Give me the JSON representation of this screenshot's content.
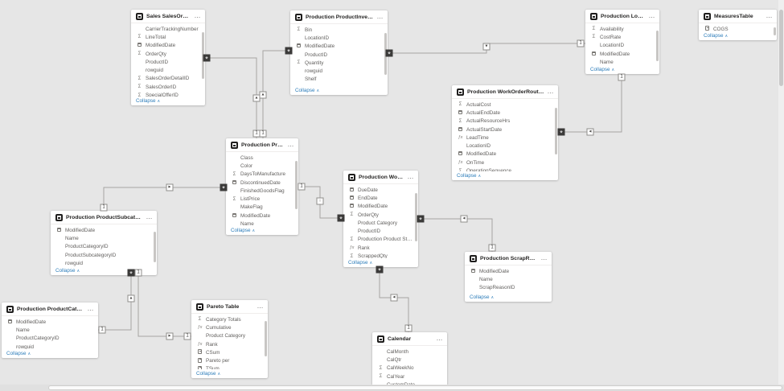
{
  "icons": {
    "sum-icon": "Σ",
    "fx-icon": "ƒx",
    "more-options-icon": "…",
    "collapse-chevron-icon": "∧",
    "arrow-up-icon": "▲",
    "arrow-down-icon": "▼",
    "arrow-left-icon": "◄",
    "arrow-right-icon": "►",
    "arrow-both-icon": "↕"
  },
  "tables": [
    {
      "id": "sales_salesorderdetail",
      "title": "Sales SalesOrderDetail",
      "collapse_label": "Collapse",
      "fields": [
        {
          "label": "CarrierTrackingNumber",
          "icon": "none"
        },
        {
          "label": "LineTotal",
          "icon": "sum"
        },
        {
          "label": "ModifiedDate",
          "icon": "date"
        },
        {
          "label": "OrderQty",
          "icon": "sum"
        },
        {
          "label": "ProductID",
          "icon": "none"
        },
        {
          "label": "rowguid",
          "icon": "none"
        },
        {
          "label": "SalesOrderDetailID",
          "icon": "sum"
        },
        {
          "label": "SalesOrderID",
          "icon": "sum"
        },
        {
          "label": "SpecialOfferID",
          "icon": "sum"
        }
      ]
    },
    {
      "id": "production_productinventory",
      "title": "Production ProductInventory",
      "collapse_label": "Collapse",
      "fields": [
        {
          "label": "Bin",
          "icon": "sum"
        },
        {
          "label": "LocationID",
          "icon": "none"
        },
        {
          "label": "ModifiedDate",
          "icon": "date"
        },
        {
          "label": "ProductID",
          "icon": "none"
        },
        {
          "label": "Quantity",
          "icon": "sum"
        },
        {
          "label": "rowguid",
          "icon": "none"
        },
        {
          "label": "Shelf",
          "icon": "none"
        }
      ]
    },
    {
      "id": "production_location",
      "title": "Production Location",
      "collapse_label": "Collapse",
      "fields": [
        {
          "label": "Availability",
          "icon": "sum"
        },
        {
          "label": "CostRate",
          "icon": "sum"
        },
        {
          "label": "LocationID",
          "icon": "none"
        },
        {
          "label": "ModifiedDate",
          "icon": "date"
        },
        {
          "label": "Name",
          "icon": "none"
        }
      ]
    },
    {
      "id": "measurestable",
      "title": "MeasuresTable",
      "collapse_label": "Collapse",
      "fields": [
        {
          "label": "COGS",
          "icon": "calc"
        }
      ]
    },
    {
      "id": "production_workorderrouting",
      "title": "Production WorkOrderRouting",
      "collapse_label": "Collapse",
      "fields": [
        {
          "label": "ActualCost",
          "icon": "sum"
        },
        {
          "label": "ActualEndDate",
          "icon": "date"
        },
        {
          "label": "ActualResourceHrs",
          "icon": "sum"
        },
        {
          "label": "ActualStartDate",
          "icon": "date"
        },
        {
          "label": "LeadTime",
          "icon": "fx"
        },
        {
          "label": "LocationID",
          "icon": "none"
        },
        {
          "label": "ModifiedDate",
          "icon": "date"
        },
        {
          "label": "OnTime",
          "icon": "fx"
        },
        {
          "label": "OperationSequence",
          "icon": "sum"
        }
      ]
    },
    {
      "id": "production_product",
      "title": "Production Product",
      "collapse_label": "Collapse",
      "fields": [
        {
          "label": "Class",
          "icon": "none"
        },
        {
          "label": "Color",
          "icon": "none"
        },
        {
          "label": "DaysToManufacture",
          "icon": "sum"
        },
        {
          "label": "DiscontinuedDate",
          "icon": "date"
        },
        {
          "label": "FinishedGoodsFlag",
          "icon": "none"
        },
        {
          "label": "ListPrice",
          "icon": "sum"
        },
        {
          "label": "MakeFlag",
          "icon": "none"
        },
        {
          "label": "ModifiedDate",
          "icon": "date"
        },
        {
          "label": "Name",
          "icon": "none"
        }
      ]
    },
    {
      "id": "production_workorder",
      "title": "Production WorkOrder",
      "collapse_label": "Collapse",
      "fields": [
        {
          "label": "DueDate",
          "icon": "date"
        },
        {
          "label": "EndDate",
          "icon": "date"
        },
        {
          "label": "ModifiedDate",
          "icon": "date"
        },
        {
          "label": "OrderQty",
          "icon": "sum"
        },
        {
          "label": "Product Category",
          "icon": "none"
        },
        {
          "label": "ProductID",
          "icon": "none"
        },
        {
          "label": "Production Product StandardCost",
          "icon": "sum"
        },
        {
          "label": "Rank",
          "icon": "fx"
        },
        {
          "label": "ScrappedQty",
          "icon": "sum"
        }
      ]
    },
    {
      "id": "production_productsubcategory",
      "title": "Production ProductSubcategory",
      "collapse_label": "Collapse",
      "fields": [
        {
          "label": "ModifiedDate",
          "icon": "date"
        },
        {
          "label": "Name",
          "icon": "none"
        },
        {
          "label": "ProductCategoryID",
          "icon": "none"
        },
        {
          "label": "ProductSubcategoryID",
          "icon": "none"
        },
        {
          "label": "rowguid",
          "icon": "none"
        }
      ]
    },
    {
      "id": "production_productcategory",
      "title": "Production ProductCategory",
      "collapse_label": "Collapse",
      "fields": [
        {
          "label": "ModifiedDate",
          "icon": "date"
        },
        {
          "label": "Name",
          "icon": "none"
        },
        {
          "label": "ProductCategoryID",
          "icon": "none"
        },
        {
          "label": "rowguid",
          "icon": "none"
        }
      ]
    },
    {
      "id": "pareto_table",
      "title": "Pareto Table",
      "collapse_label": "Collapse",
      "fields": [
        {
          "label": "Category Totals",
          "icon": "sum"
        },
        {
          "label": "Cumulative",
          "icon": "fx"
        },
        {
          "label": "Product Category",
          "icon": "none"
        },
        {
          "label": "Rank",
          "icon": "fx"
        },
        {
          "label": "CSum",
          "icon": "calc"
        },
        {
          "label": "Pareto per",
          "icon": "calc"
        },
        {
          "label": "TSum",
          "icon": "calc"
        }
      ]
    },
    {
      "id": "calendar",
      "title": "Calendar",
      "collapse_label": "Collapse",
      "fields": [
        {
          "label": "CalMonth",
          "icon": "none"
        },
        {
          "label": "CalQtr",
          "icon": "none"
        },
        {
          "label": "CalWeekNo",
          "icon": "sum"
        },
        {
          "label": "CalYear",
          "icon": "sum"
        },
        {
          "label": "CustomDate",
          "icon": "none"
        }
      ]
    },
    {
      "id": "production_scrapreason",
      "title": "Production ScrapReason",
      "collapse_label": "Collapse",
      "fields": [
        {
          "label": "ModifiedDate",
          "icon": "date"
        },
        {
          "label": "Name",
          "icon": "none"
        },
        {
          "label": "ScrapReasonID",
          "icon": "none"
        }
      ]
    }
  ],
  "relationships": [
    {
      "id": "r1",
      "from": "Sales SalesOrderDetail",
      "to": "Production Product",
      "from_cardinality": "*",
      "to_cardinality": "1",
      "arrow": "up"
    },
    {
      "id": "r2",
      "from": "Production ProductInventory",
      "to": "Production Product",
      "from_cardinality": "*",
      "to_cardinality": "1",
      "arrow": "up"
    },
    {
      "id": "r3",
      "from": "Production ProductInventory",
      "to": "Production Location",
      "from_cardinality": "*",
      "to_cardinality": "1",
      "arrow": "down"
    },
    {
      "id": "r4",
      "from": "Production WorkOrderRouting",
      "to": "Production Location",
      "from_cardinality": "*",
      "to_cardinality": "1",
      "arrow": "left"
    },
    {
      "id": "r5",
      "from": "Production WorkOrder",
      "to": "Production Product",
      "from_cardinality": "*",
      "to_cardinality": "1",
      "arrow": "both"
    },
    {
      "id": "r6",
      "from": "Production WorkOrder",
      "to": "Production ScrapReason",
      "from_cardinality": "*",
      "to_cardinality": "1",
      "arrow": "left"
    },
    {
      "id": "r7",
      "from": "Production WorkOrder",
      "to": "Calendar",
      "from_cardinality": "*",
      "to_cardinality": "1",
      "arrow": "left"
    },
    {
      "id": "r8",
      "from": "Production Product",
      "to": "Production ProductSubcategory",
      "from_cardinality": "*",
      "to_cardinality": "1",
      "arrow": "right"
    },
    {
      "id": "r9",
      "from": "Production ProductSubcategory",
      "to": "Production ProductCategory",
      "from_cardinality": "*",
      "to_cardinality": "1",
      "arrow": "up"
    },
    {
      "id": "r10",
      "from": "Pareto Table",
      "to": "Production ProductSubcategory",
      "from_cardinality": "1",
      "to_cardinality": "1",
      "arrow": "right"
    }
  ]
}
